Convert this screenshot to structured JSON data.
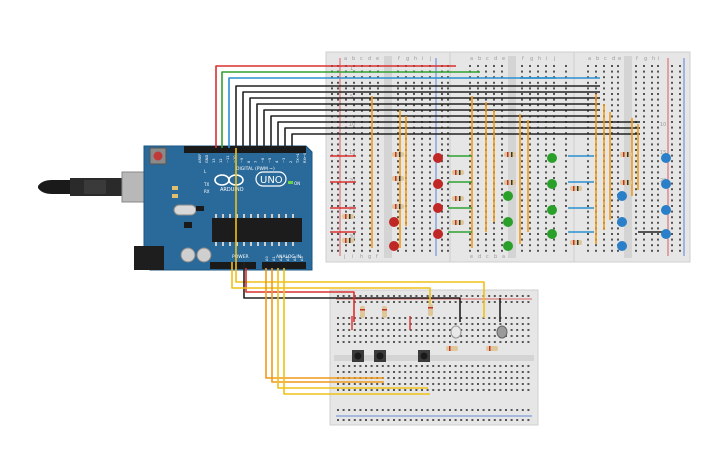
{
  "board": {
    "name": "UNO",
    "brand": "ARDUINO",
    "digital_label": "DIGITAL (PWM ~)",
    "power_label": "POWER",
    "analog_label": "ANALOG IN",
    "on_label": "ON",
    "tx_label": "TX",
    "rx_label": "RX",
    "l_label": "L",
    "aref_label": "AREF",
    "gnd_label": "GND",
    "analog_pins": [
      "A0",
      "A1",
      "A2",
      "A3",
      "A4",
      "A5"
    ],
    "digital_pins": [
      "13",
      "12",
      "~11",
      "~10",
      "~9",
      "8",
      "7",
      "~6",
      "~5",
      "4",
      "~3",
      "2",
      "TX→1",
      "RX←0"
    ]
  },
  "breadboard": {
    "column_letters_top": [
      "a",
      "b",
      "c",
      "d",
      "e",
      "f",
      "g",
      "h",
      "i",
      "j"
    ],
    "column_letters_bottom": [
      "j",
      "i",
      "h",
      "g",
      "f",
      "e",
      "d",
      "c",
      "b",
      "a"
    ],
    "row_numbers": [
      "1",
      "5",
      "10",
      "15",
      "20",
      "25",
      "30"
    ]
  },
  "colors": {
    "board": "#2a6a9a",
    "wire_red": "#d93030",
    "wire_green": "#2fa030",
    "wire_blue": "#2a8fd0",
    "wire_black": "#222222",
    "wire_orange": "#f09a18",
    "wire_yellow": "#f0c018",
    "led_red": "#c02828",
    "led_green": "#2aa02a",
    "led_blue": "#2a7fc8"
  }
}
